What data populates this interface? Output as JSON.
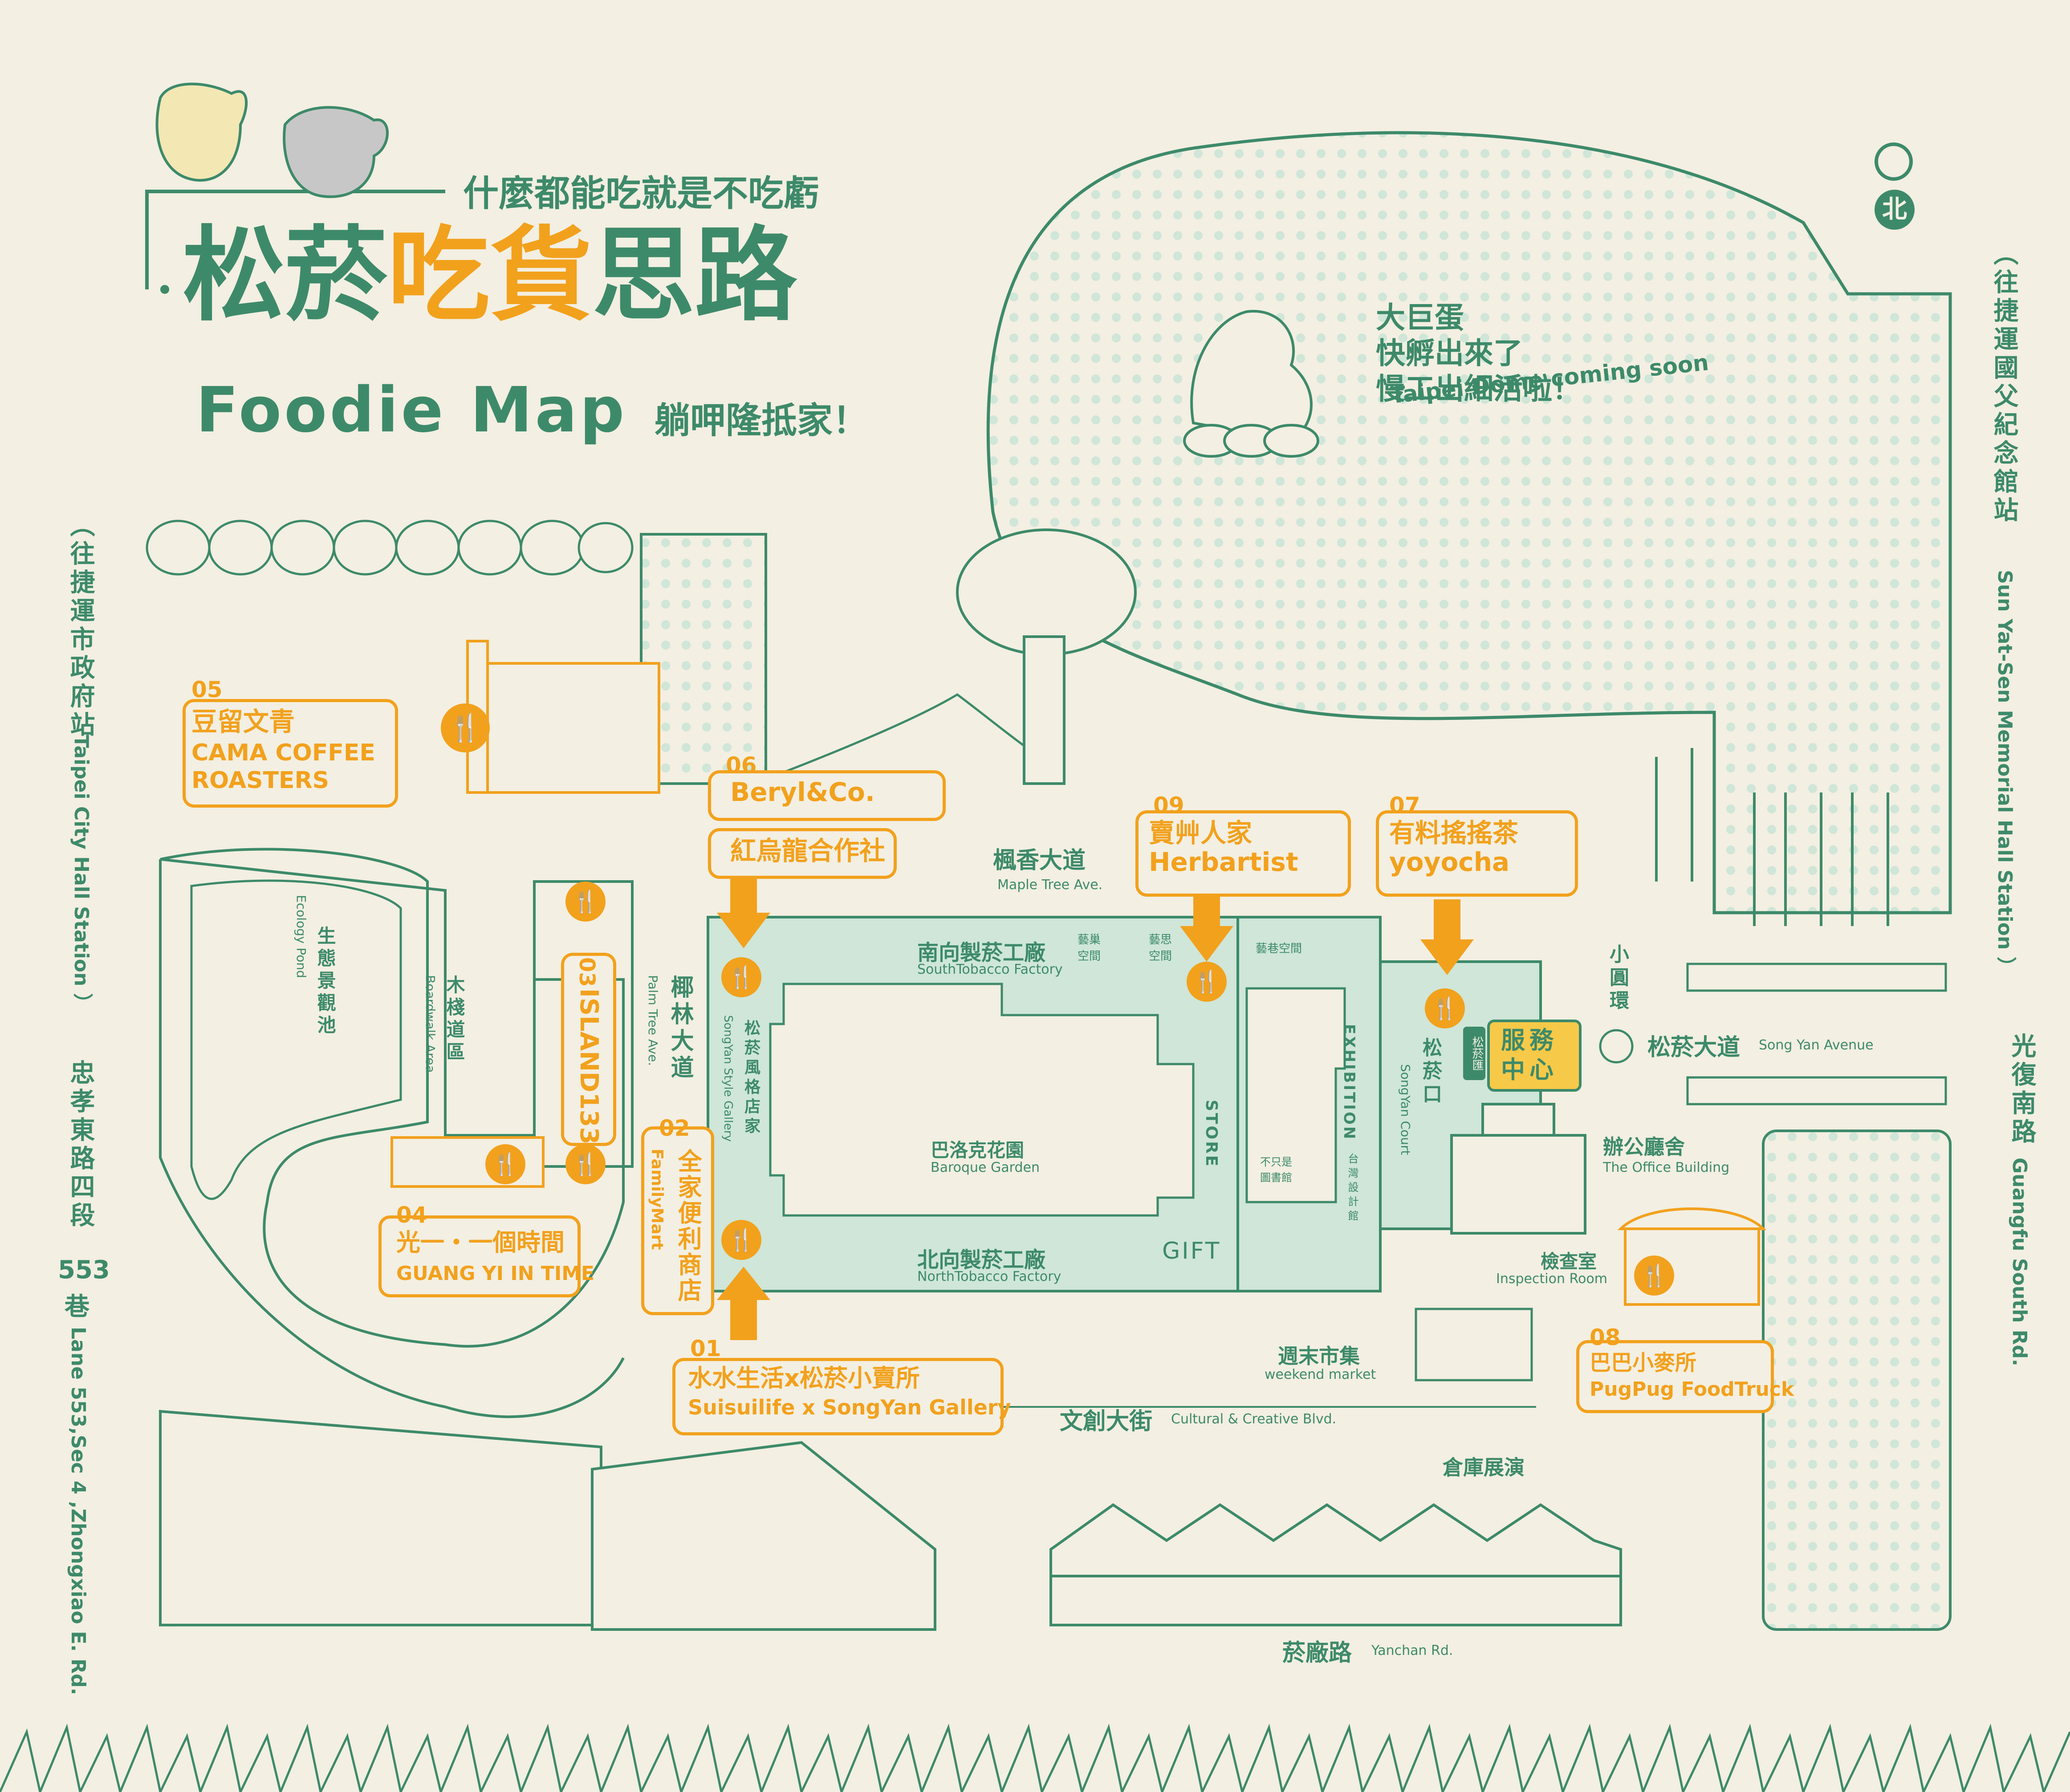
{
  "header": {
    "tagline": "什麼都能吃就是不吃虧",
    "title_part1": "松菸",
    "title_part2": "吃貨",
    "title_part3": "思路",
    "subtitle_en": "Foodie Map",
    "subtitle_zh": "躺呷隆抵家！"
  },
  "compass": {
    "label": "北"
  },
  "dome": {
    "line1": "大巨蛋",
    "line2": "快孵出來了",
    "line3": "慢工出細活啦！",
    "en": "Taipei Dome coming soon"
  },
  "stations": {
    "left_zh": "（往捷運市政府站",
    "left_en": "Taipei City Hall Station ）",
    "right_zh": "（往捷運國父紀念館站",
    "right_en": "Sun Yat-Sen Memorial Hall Station ）"
  },
  "roads": {
    "zhongxiao_zh": "忠孝東路四段",
    "zhongxiao_num": "553",
    "zhongxiao_lane": "巷",
    "zhongxiao_en": "Lane 553,Sec 4 ,Zhongxiao E. Rd.",
    "guangfu_zh": "光復南路",
    "guangfu_en": "Guangfu South Rd.",
    "songyan_ave_zh": "松菸大道",
    "songyan_ave_en": "Song Yan Avenue",
    "cultural_zh": "文創大街",
    "cultural_en": "Cultural & Creative Blvd.",
    "yanchan_zh": "菸廠路",
    "yanchan_en": "Yanchan Rd.",
    "maple_zh": "楓香大道",
    "maple_en": "Maple Tree Ave.",
    "palm_zh": "椰林大道",
    "palm_en": "Palm Tree Ave.",
    "roundabout": "小圓環"
  },
  "areas": {
    "ecology_zh": "生態景觀池",
    "ecology_en": "Ecology Pond",
    "boardwalk_zh": "木棧道區",
    "boardwalk_en": "Boardwalk Area",
    "south_factory_zh": "南向製菸工廠",
    "south_factory_en": "SouthTobacco Factory",
    "north_factory_zh": "北向製菸工廠",
    "north_factory_en": "NorthTobacco Factory",
    "baroque_zh": "巴洛克花園",
    "baroque_en": "Baroque Garden",
    "style_gallery_zh": "松菸風格店家",
    "style_gallery_en": "SongYan Style Gallery",
    "art_space1": "藝巢空間",
    "art_space2": "藝思空間",
    "art_space3": "藝巷空間",
    "exhibition": "EXHIBITION",
    "store": "STORE",
    "gift": "GIFT",
    "library": "不只是圖書館",
    "taiwan_design": "台灣設計館",
    "songyan_court_zh": "松菸口",
    "songyan_court_en": "SongYan Court",
    "service_small": "松菸匯",
    "service_zh": "服務中心",
    "office_zh": "辦公廳舍",
    "office_en": "The Office Building",
    "inspection_zh": "檢查室",
    "inspection_en": "Inspection Room",
    "weekend_zh": "週末市集",
    "weekend_en": "weekend market",
    "warehouse": "倉庫展演"
  },
  "shops": [
    {
      "num": "01",
      "zh": "水水生活x松菸小賣所",
      "en": "Suisuilife x SongYan Gallery"
    },
    {
      "num": "02",
      "zh": "全家便利商店",
      "en": "FamilyMart"
    },
    {
      "num": "03",
      "zh": "ISLAND133",
      "en": ""
    },
    {
      "num": "04",
      "zh": "光一・一個時間",
      "en": "GUANG YI IN TIME"
    },
    {
      "num": "05",
      "zh": "豆留文青",
      "en": "CAMA COFFEE ROASTERS"
    },
    {
      "num": "06",
      "zh": "Beryl&Co.",
      "en": "紅烏龍合作社"
    },
    {
      "num": "07",
      "zh": "有料搖搖茶",
      "en": "yoyocha"
    },
    {
      "num": "08",
      "zh": "巴巴小麥所",
      "en": "PugPug FoodTruck"
    },
    {
      "num": "09",
      "zh": "賣艸人家",
      "en": "Herbartist"
    }
  ],
  "colors": {
    "green": "#3d8a6a",
    "orange": "#f2a11d",
    "background": "#f3efe2",
    "factory": "#cfe6d8"
  }
}
